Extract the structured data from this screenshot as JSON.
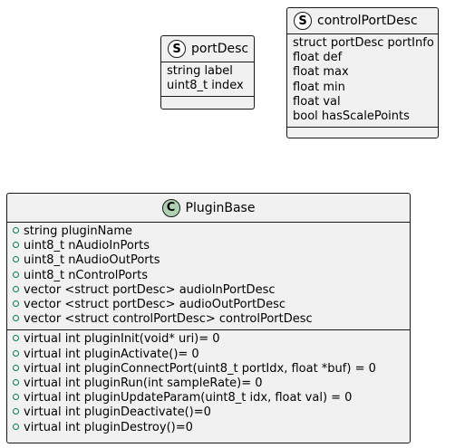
{
  "diagram": {
    "portDesc": {
      "stereotype": "S",
      "name": "portDesc",
      "fields": [
        "string label",
        "uint8_t index"
      ]
    },
    "controlPortDesc": {
      "stereotype": "S",
      "name": "controlPortDesc",
      "fields": [
        "struct portDesc portInfo",
        "float def",
        "float max",
        "float min",
        "float val",
        "bool hasScalePoints"
      ]
    },
    "pluginBase": {
      "stereotype": "C",
      "name": "PluginBase",
      "attributes": [
        "string pluginName",
        "uint8_t nAudioInPorts",
        "uint8_t nAudioOutPorts",
        "uint8_t nControlPorts",
        "vector <struct portDesc> audioInPortDesc",
        "vector <struct portDesc> audioOutPortDesc",
        "vector <struct controlPortDesc> controlPortDesc"
      ],
      "methods": [
        "virtual int pluginInit(void* uri)= 0",
        "virtual int pluginActivate()= 0",
        "virtual int pluginConnectPort(uint8_t portIdx, float *buf) = 0",
        "virtual int pluginRun(int sampleRate)= 0",
        "virtual int pluginUpdateParam(uint8_t idx, float val) = 0",
        "virtual int pluginDeactivate()=0",
        "virtual int pluginDestroy()=0"
      ]
    },
    "colors": {
      "box_fill": "#f1f1f1",
      "border": "#181818",
      "class_badge": "#add1b2",
      "struct_badge": "#ffffff",
      "visibility_public": "#038048"
    }
  }
}
